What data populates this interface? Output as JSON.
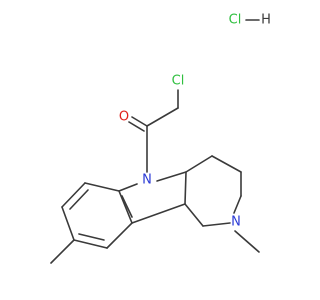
{
  "molecule": {
    "salt_label": "HCl—H",
    "atoms": {
      "chloro": "Cl",
      "carbonyl_oxygen": "O",
      "indoline_nitrogen": "N",
      "piperidine_nitrogen": "N"
    }
  },
  "colors": {
    "bond": "#3a3a3a",
    "chlorine": "#2fbf3f",
    "oxygen": "#e0201b",
    "nitrogen": "#2b3bd6"
  }
}
